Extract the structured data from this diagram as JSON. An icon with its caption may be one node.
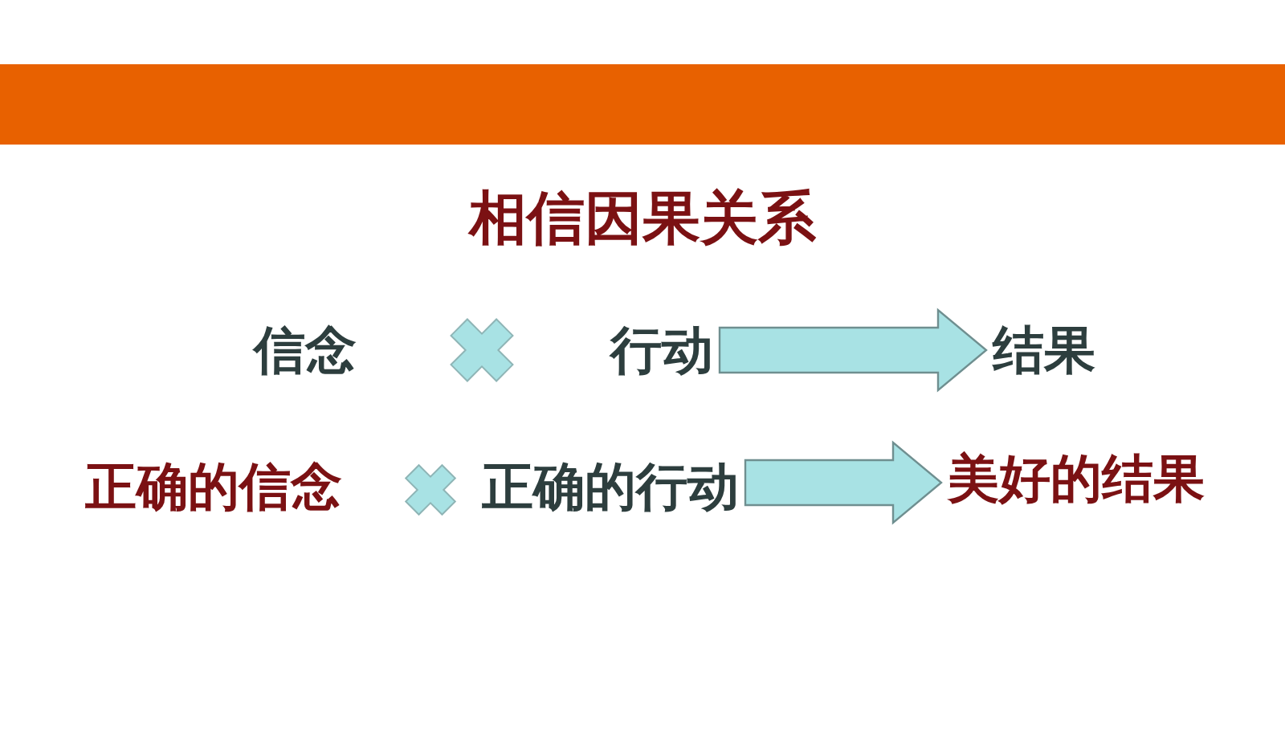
{
  "diagram": {
    "title": "相信因果关系",
    "nodes": [
      {
        "text": [
          "信念"
        ]
      },
      {
        "text": [
          "行动"
        ]
      },
      {
        "text": [
          "结果"
        ]
      },
      {
        "text": [
          "正确的信念"
        ]
      },
      {
        "text": [
          "正确的行动"
        ]
      },
      {
        "text": [
          "美好的结果"
        ]
      }
    ],
    "edges": [
      {
        "from": 1,
        "to": 2,
        "arrow": "to"
      },
      {
        "from": 4,
        "to": 5,
        "arrow": "to"
      }
    ]
  }
}
